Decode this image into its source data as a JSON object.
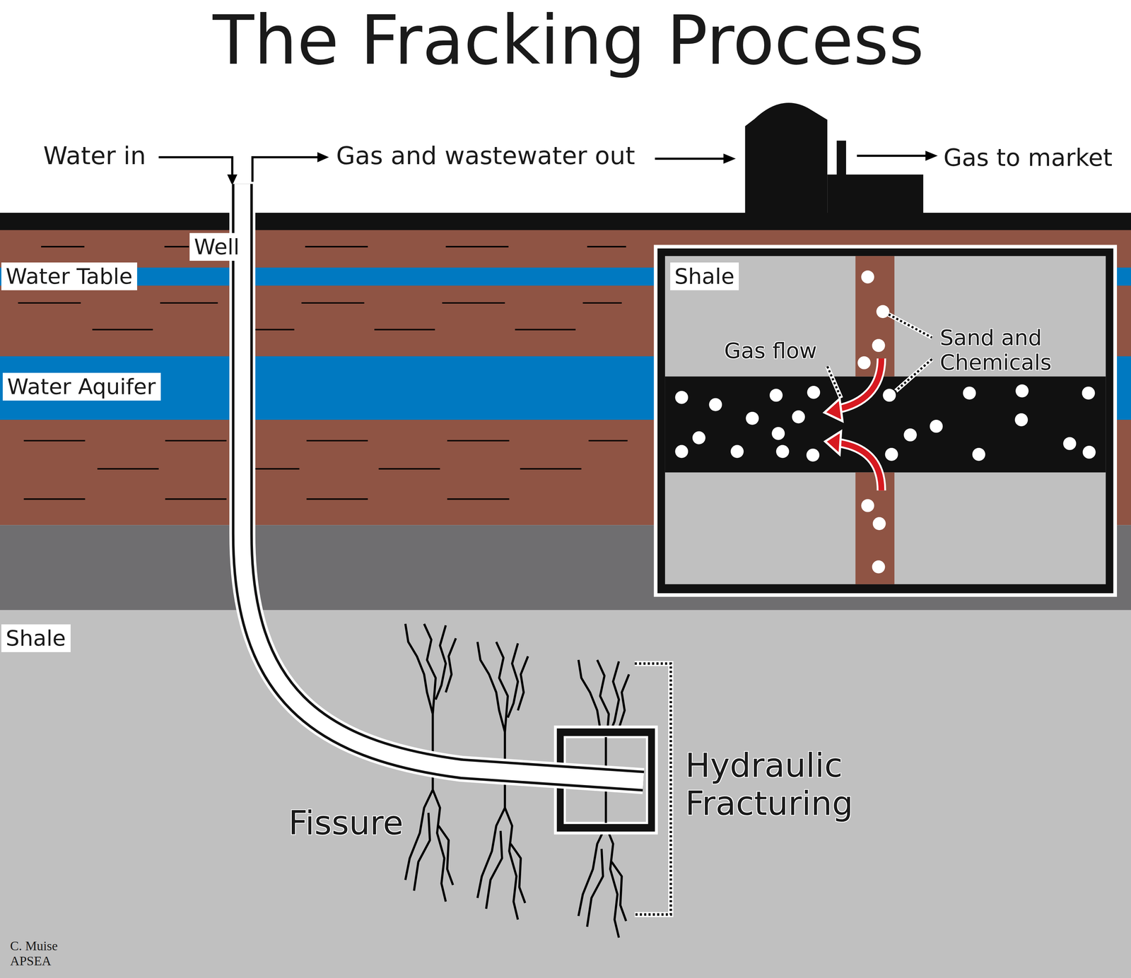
{
  "diagram": {
    "title": "The Fracking Process",
    "nodes": [
      {
        "text": [
          "Well"
        ]
      },
      {
        "text": [
          "Water Table"
        ]
      },
      {
        "text": [
          "Water Aquifer"
        ]
      },
      {
        "text": [
          "Shale"
        ]
      },
      {
        "text": [
          "Shale"
        ]
      }
    ],
    "labels": [
      "Water in",
      "Gas and wastewater out",
      "Gas to market",
      "Gas flow",
      "Sand and Chemicals",
      "Fissure",
      "Hydraulic Fracturing",
      "C. Muise APSEA"
    ]
  }
}
